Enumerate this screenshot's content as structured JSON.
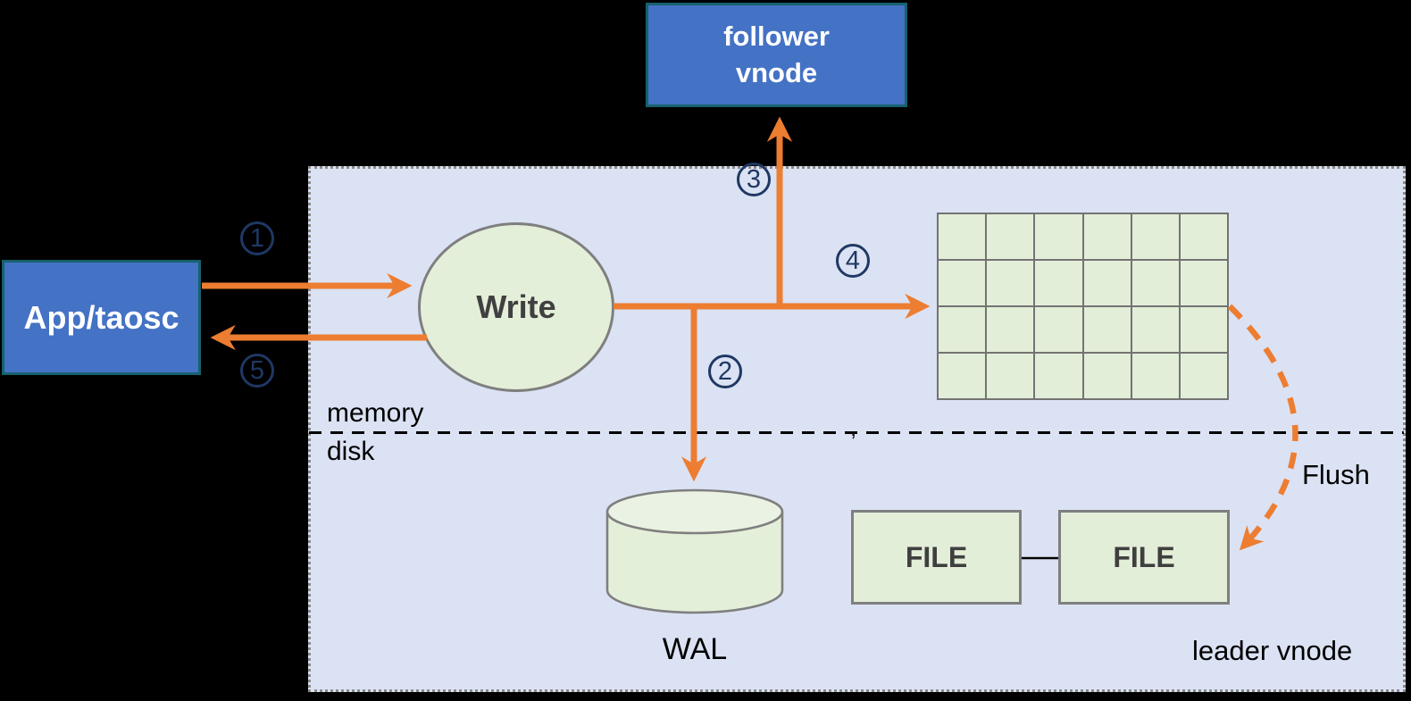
{
  "diagram": {
    "nodes": {
      "follower_vnode": {
        "label": "follower\nvnode"
      },
      "app_taosc": {
        "label": "App/taosc"
      },
      "write": {
        "label": "Write"
      },
      "wal": {
        "label": "WAL"
      },
      "file_left": {
        "label": "FILE"
      },
      "file_right": {
        "label": "FILE"
      },
      "leader_vnode": {
        "label": "leader vnode"
      }
    },
    "labels": {
      "memory": "memory",
      "disk": "disk",
      "flush": "Flush",
      "stray_mark": ","
    },
    "steps": [
      {
        "num": "1"
      },
      {
        "num": "2"
      },
      {
        "num": "3"
      },
      {
        "num": "4"
      },
      {
        "num": "5"
      }
    ],
    "memtable_grid": {
      "rows": 4,
      "cols": 6
    },
    "colors": {
      "arrow_orange": "#ED7D31",
      "step_navy": "#1F3864",
      "node_blue": "#4472C4",
      "node_blue_border": "#17616E",
      "shape_green_light": "#E4EFDA",
      "grid_cell_green": "#E3EED9",
      "shape_border_gray": "#7F7F7F",
      "container_fill": "#DBE2F3",
      "container_border": "#8A8A8A",
      "page_background": "#000000"
    }
  }
}
